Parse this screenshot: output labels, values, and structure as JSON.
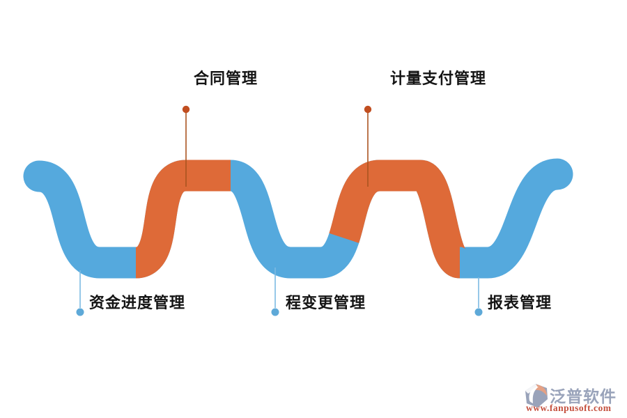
{
  "diagram": {
    "type": "snake-process-flow",
    "labels": {
      "top": [
        {
          "text": "合同管理"
        },
        {
          "text": "计量支付管理"
        }
      ],
      "bottom": [
        {
          "text": "资金进度管理"
        },
        {
          "text": "程变更管理"
        },
        {
          "text": "报表管理"
        }
      ]
    }
  },
  "colors": {
    "ribbon_blue": "#55a9dd",
    "ribbon_orange": "#de6a38",
    "top_connector_line": "#aa5420",
    "top_connector_dot": "#c14e20",
    "bottom_connector_line": "#7cbae2",
    "bottom_connector_dot": "#5ea9d8",
    "label_text": "#141414",
    "logo_gray": "#99a3ba",
    "logo_salmon": "#e5a184",
    "logo_url_red": "#c4503e"
  },
  "logo": {
    "icon": "fanpu-logo-icon",
    "name": "泛普软件",
    "url": "www.fanpusoft.com"
  }
}
